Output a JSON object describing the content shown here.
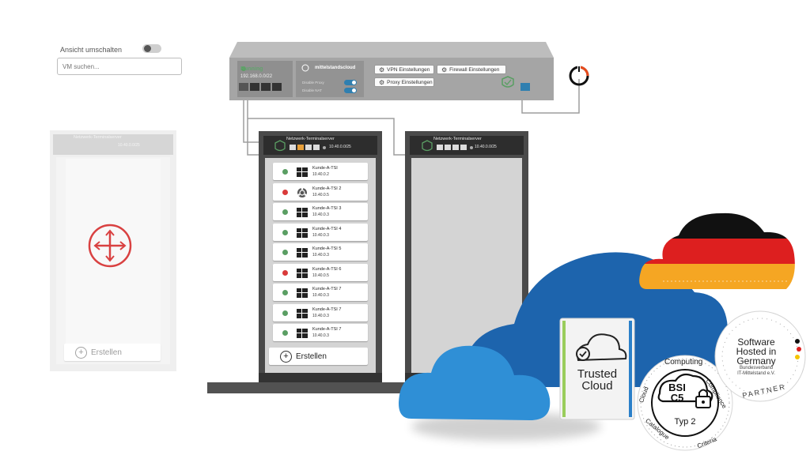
{
  "controls": {
    "view_toggle_label": "Ansicht umschalten",
    "search_placeholder": "VM suchen..."
  },
  "router": {
    "status": "Running",
    "ip": "192.168.0.0/22",
    "hostname": "mittelstandscloud",
    "disable_proxy": "Disable Proxy",
    "disable_nat": "Disable NAT",
    "vpn_button": "VPN Einstellungen",
    "firewall_button": "Firewall Einstellungen",
    "proxy_button": "Proxy Einstellungen"
  },
  "racks": {
    "ghost": {
      "label": "Netzwerk-Terminalserver",
      "ip": "10.40.0.0/25",
      "create": "Erstellen"
    },
    "main": {
      "label": "Netzwerk-Terminalserver",
      "ip": "10.40.0.0/25",
      "create": "Erstellen"
    },
    "second": {
      "label": "Netzwerk-Terminalserver",
      "ip": "10.40.0.0/25"
    }
  },
  "servers": [
    {
      "name": "Kunde-A-TSI",
      "ip": "10.40.0.2",
      "status": "running",
      "os": "windows"
    },
    {
      "name": "Kunde-A-TSI 2",
      "ip": "10.40.0.5",
      "status": "stopped",
      "os": "ubuntu"
    },
    {
      "name": "Kunde-A-TSI 3",
      "ip": "10.40.0.3",
      "status": "running",
      "os": "windows"
    },
    {
      "name": "Kunde-A-TSI 4",
      "ip": "10.40.0.3",
      "status": "running",
      "os": "windows"
    },
    {
      "name": "Kunde-A-TSI 5",
      "ip": "10.40.0.3",
      "status": "running",
      "os": "windows"
    },
    {
      "name": "Kunde-A-TSI 6",
      "ip": "10.40.0.5",
      "status": "stopped",
      "os": "windows"
    },
    {
      "name": "Kunde-A-TSI 7",
      "ip": "10.40.0.3",
      "status": "running",
      "os": "windows"
    },
    {
      "name": "Kunde-A-TSI 7",
      "ip": "10.40.0.3",
      "status": "running",
      "os": "windows"
    },
    {
      "name": "Kunde-A-TSI 7",
      "ip": "10.40.0.3",
      "status": "running",
      "os": "windows"
    }
  ],
  "badges": {
    "trusted_cloud_line1": "Trusted",
    "trusted_cloud_line2": "Cloud",
    "bsi_line1": "BSI",
    "bsi_line2": "C5",
    "bsi_type": "Typ 2",
    "software_line1": "Software",
    "software_line2": "Hosted in",
    "software_line3": "Germany",
    "software_line4": "Bundesverband",
    "software_line5": "IT-Mittelstand e.V.",
    "software_partner": "PARTNER",
    "bsi_ring_top": "Computing",
    "bsi_ring_right": "Compliance",
    "bsi_ring_bottom": "Criteria",
    "bsi_ring_left": "Cloud",
    "bsi_ring_catalogue": "Catalogue"
  },
  "colors": {
    "running": "#5a9e63",
    "stopped": "#d93a3a",
    "cloud_dark": "#1d64ad",
    "cloud_light": "#2f8fd6",
    "flag_black": "#111111",
    "flag_red": "#dd1f1f",
    "flag_gold": "#f5a623",
    "accent_red": "#d94141",
    "rack_dark": "#4a4a4a"
  }
}
